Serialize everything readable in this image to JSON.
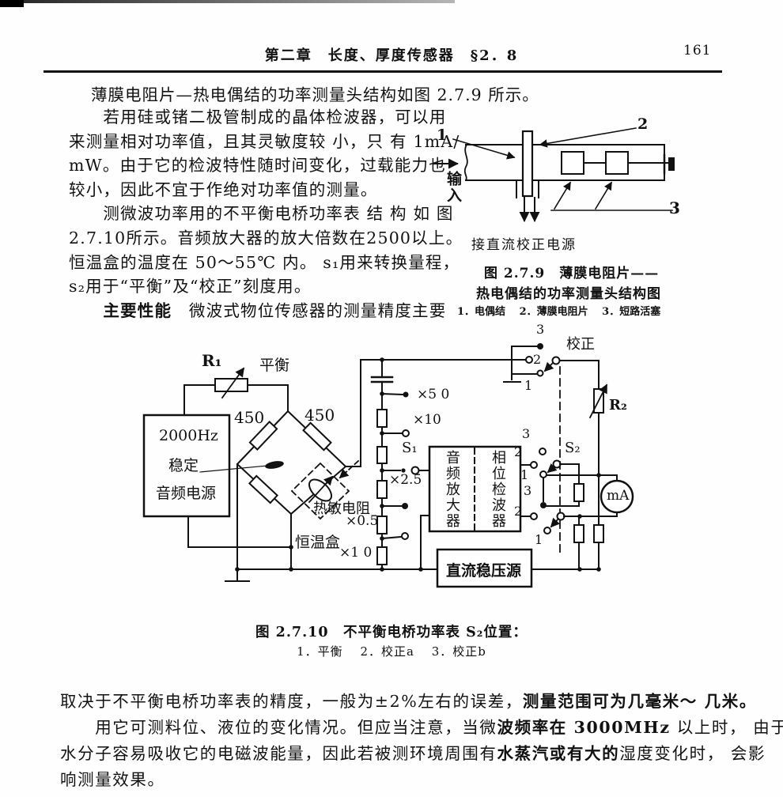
{
  "header": {
    "title": "第二章　长度、厚度传感器　§2．8",
    "page_number": "161"
  },
  "body": {
    "first_line": "薄膜电阻片—热电偶结的功率测量头结构如图 2.7.9 所示。",
    "col_lines": [
      [
        {
          "t": "　　若用硅或锗二极管制成的晶体检波器，可以用"
        }
      ],
      [
        {
          "t": "来测量相对功率值，且其灵敏度较 小，只 有 1mA/"
        }
      ],
      [
        {
          "t": "mW。由于它的检波特性随时间变化，过载能力也"
        }
      ],
      [
        {
          "t": "较小，因此不宜于作绝对功率值的测量。"
        }
      ],
      [
        {
          "t": "　　测微波功率用的不平衡电桥功率表 结 构 如 图"
        }
      ],
      [
        {
          "t": "2.7.10所示。音频放大器的放大倍数在2500以上。"
        }
      ],
      [
        {
          "t": "恒温盒的温度在 50～55℃ 内。 s₁用来转换量程，"
        }
      ],
      [
        {
          "t": "s₂用于“平衡”及“校正”刻度用。"
        }
      ],
      [
        {
          "t": "　　",
          "b": false
        },
        {
          "t": "主要性能",
          "b": true
        },
        {
          "t": "　微波式物位传感器的测量精度主要"
        }
      ]
    ],
    "bottom_lines": [
      [
        {
          "t": "取决于不平衡电桥功率表的精度，一般为±2%左右的误差，"
        },
        {
          "t": "测量范围可为几毫米～ 几米。",
          "b": true
        }
      ],
      [
        {
          "t": "　　用它可测料位、液位的变化情况。但应当注意，当微"
        },
        {
          "t": "波频率在 3000MHz",
          "b": true
        },
        {
          "t": " 以上时， 由于"
        }
      ],
      [
        {
          "t": "水分子容易吸收它的电磁波能量，因此若被测环境周围有"
        },
        {
          "t": "水蒸汽或有大的",
          "b": true
        },
        {
          "t": "湿度变化时， 会影"
        }
      ],
      [
        {
          "t": "响测量效果。"
        }
      ]
    ]
  },
  "fig279": {
    "labels": {
      "n1": "1",
      "n2": "2",
      "n3": "3",
      "input": "输入"
    },
    "caption_power": "接直流校正电源",
    "caption_line1": "图 2.7.9　薄膜电阻片——",
    "caption_line2": "热电偶结的功率测量头结构图",
    "caption_line3": "1．电偶结　 2．薄膜电阻片　 3．短路活塞"
  },
  "fig2710": {
    "labels": {
      "r1": "R₁",
      "balance": "平衡",
      "r450a": "450",
      "r450b": "450",
      "hz": "2000Hz",
      "wending": "稳定",
      "source": "音频电源",
      "thermistor": "热敏电阻",
      "thermostat": "恒温盒",
      "x50": "×5 0",
      "x10a": "×10",
      "s1": "S₁",
      "x25": "×2.5",
      "x05": "×0.5",
      "x10b": "×1 0",
      "amp": "音频放大器",
      "phase": "相位检波器",
      "dc": "直流稳压源",
      "ma": "mA",
      "s2": "S₂",
      "r2": "R₂",
      "jiaozheng": "校正",
      "top3": "3",
      "top2": "2",
      "top1": "1",
      "up3": "3",
      "up2": "2",
      "up1": "1",
      "lo3": "3",
      "lo2": "2",
      "lo1": "1"
    },
    "caption_line1": "图 2.7.10　不平衡电桥功率表 S₂位置：",
    "caption_line2": "1．平衡　 2．校正a　 3．校正b"
  }
}
